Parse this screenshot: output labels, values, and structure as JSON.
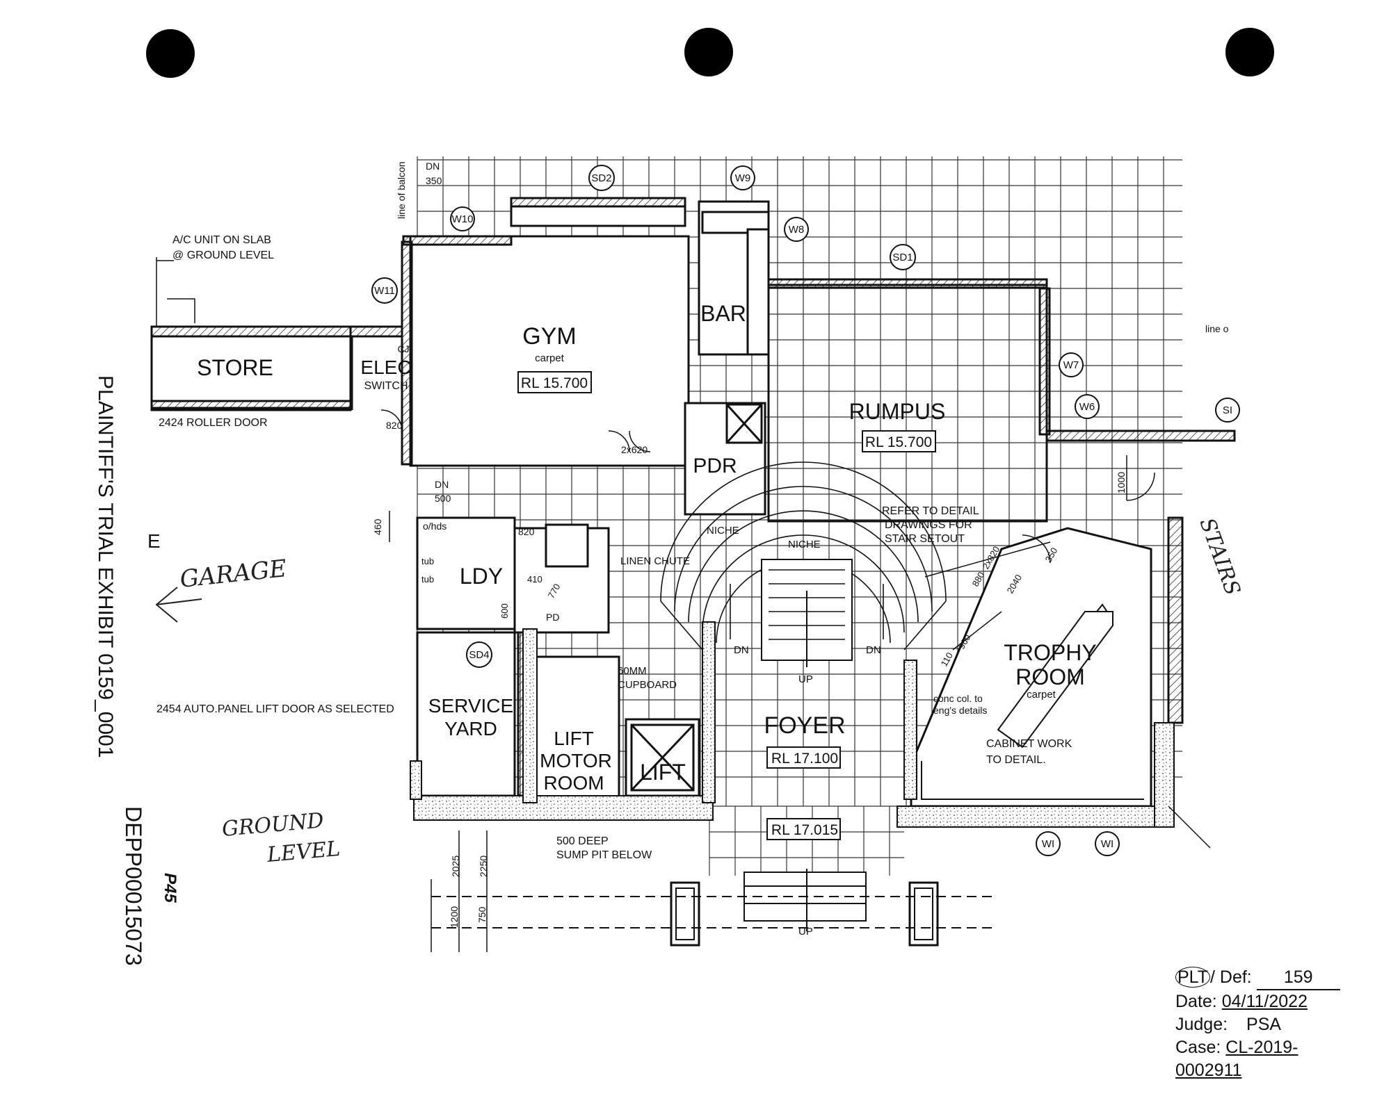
{
  "rooms": {
    "gym": "GYM",
    "gym_finish": "carpet",
    "gym_rl": "RL 15.700",
    "bar": "BAR",
    "rumpus": "RUMPUS",
    "rumpus_rl": "RL 15.700",
    "store": "STORE",
    "elec": "ELEC",
    "elec_sub": "SWITCH",
    "cj": "CJ",
    "pdr": "PDR",
    "ldy": "LDY",
    "service_yard_1": "SERVICE",
    "service_yard_2": "YARD",
    "lift_motor_1": "LIFT",
    "lift_motor_2": "MOTOR",
    "lift_motor_3": "ROOM",
    "lift": "LIFT",
    "foyer": "FOYER",
    "foyer_rl": "RL 17.100",
    "porch_rl": "RL 17.015",
    "trophy_1": "TROPHY",
    "trophy_2": "ROOM",
    "trophy_finish": "carpet"
  },
  "labels": {
    "ac_unit_1": "A/C UNIT ON SLAB",
    "ac_unit_2": "@ GROUND LEVEL",
    "roller_door": "2424 ROLLER DOOR",
    "auto_door": "2454 AUTO.PANEL LIFT DOOR AS SELECTED",
    "line_of_balcony": "line of balcon",
    "line_o": "line o",
    "dn": "DN",
    "dn_350": "350",
    "dn_500": "500",
    "up": "UP",
    "linen_chute": "LINEN CHUTE",
    "niche": "NICHE",
    "cupboard_1": "60MM",
    "cupboard_2": "CUPBOARD",
    "stair_note_1": "REFER TO DETAIL",
    "stair_note_2": "DRAWINGS FOR",
    "stair_note_3": "STAIR SETOUT",
    "sump_1": "500 DEEP",
    "sump_2": "SUMP PIT BELOW",
    "conc_col_1": "conc col. to",
    "conc_col_2": "eng's details",
    "cabinet_1": "CABINET WORK",
    "cabinet_2": "TO DETAIL.",
    "ohds": "o/hds",
    "tub": "tub",
    "pd": "PD",
    "door_820": "820",
    "door_2x620": "2x620",
    "dim_460": "460",
    "dim_1000": "1000",
    "dim_2025": "2025",
    "dim_2250": "2250",
    "dim_1200": "1200",
    "dim_750": "750",
    "dim_600": "600",
    "dim_410": "410",
    "dim_770": "770",
    "dim_2040": "2040",
    "dim_350": "350",
    "dim_960": "960",
    "dim_110": "110",
    "dim_880": "880",
    "dim_2x820": "2x820",
    "letter_e": "E"
  },
  "tags": {
    "sd2": "SD2",
    "w9": "W9",
    "w10": "W10",
    "w8": "W8",
    "sd1": "SD1",
    "w11": "W11",
    "w7": "W7",
    "w6": "W6",
    "s_edge": "SI",
    "sd4": "SD4",
    "wi_1": "WI",
    "wi_2": "WI"
  },
  "handwriting": {
    "garage": "GARAGE",
    "ground": "GROUND",
    "level": "LEVEL",
    "stairs": "STAIRS"
  },
  "side_text": {
    "exhibit": "PLAINTIFF'S TRIAL EXHIBIT 0159_0001",
    "bates": "DEPP00015073",
    "page": "P45"
  },
  "stamp": {
    "plt": "PLT",
    "def_label": "/ Def:",
    "def_value": "159",
    "date_label": "Date:",
    "date_value": "04/11/2022",
    "judge_label": "Judge:",
    "judge_value": "PSA",
    "case_label": "Case:",
    "case_value": "CL-2019-0002911"
  }
}
